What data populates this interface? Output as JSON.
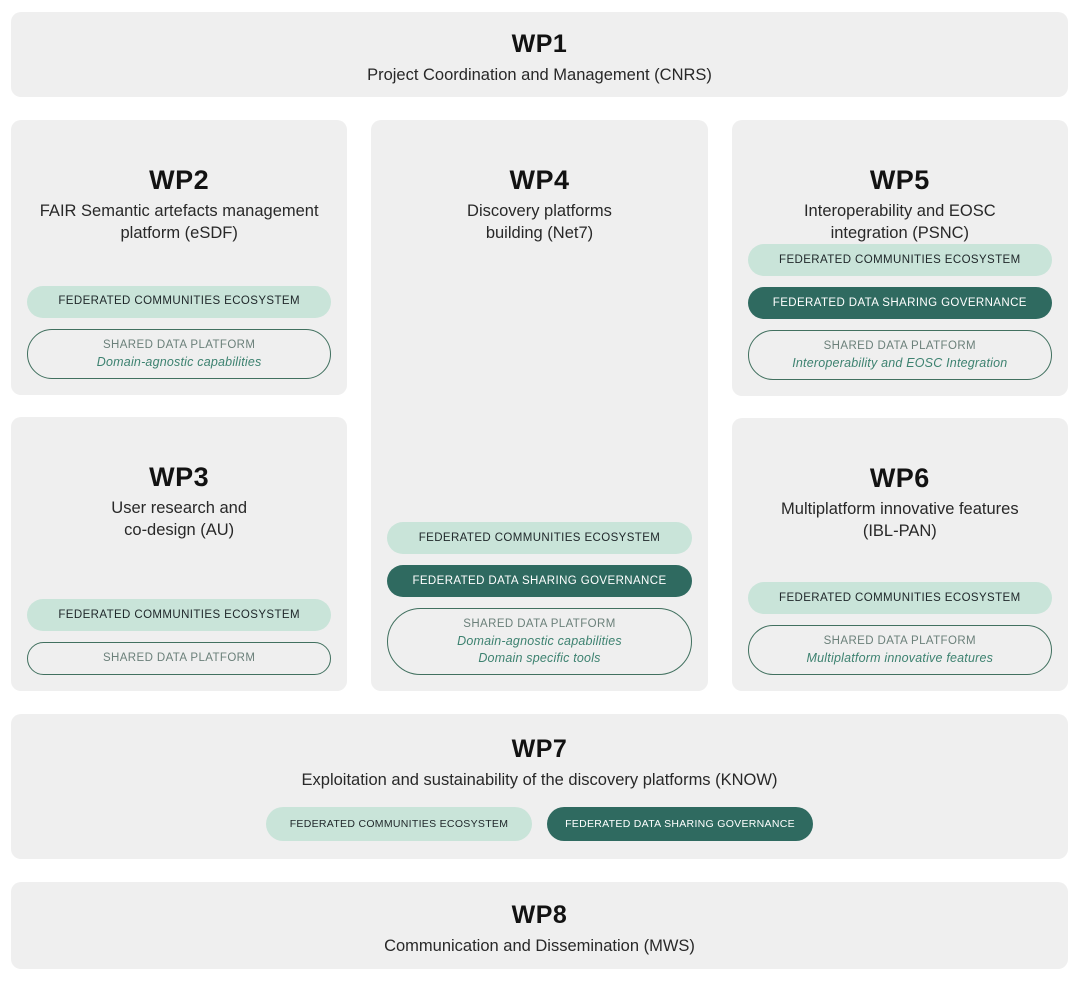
{
  "colors": {
    "page_background": "#ffffff",
    "card_background": "#efefef",
    "pill_light_background": "#c9e4d9",
    "pill_light_text": "#20282b",
    "pill_dark_background": "#2f6a60",
    "pill_dark_text": "#ffffff",
    "pill_outline_border": "#41705f",
    "pill_outline_label": "#6b807a",
    "pill_outline_note": "#3d8270",
    "title_text": "#121212"
  },
  "badges": {
    "federated_communities": "FEDERATED COMMUNITIES ECOSYSTEM",
    "federated_governance": "FEDERATED DATA SHARING GOVERNANCE",
    "shared_data": "SHARED DATA PLATFORM"
  },
  "wp1": {
    "title": "WP1",
    "subtitle": "Project Coordination and Management (CNRS)"
  },
  "wp2": {
    "title": "WP2",
    "subtitle_line1": "FAIR Semantic artefacts management",
    "subtitle_line2": "platform (eSDF)",
    "shared_data_note": "Domain-agnostic capabilities"
  },
  "wp3": {
    "title": "WP3",
    "subtitle_line1": "User research and",
    "subtitle_line2": "co-design (AU)"
  },
  "wp4": {
    "title": "WP4",
    "subtitle_line1": "Discovery platforms",
    "subtitle_line2": "building (Net7)",
    "shared_data_note1": "Domain-agnostic capabilities",
    "shared_data_note2": "Domain specific tools"
  },
  "wp5": {
    "title": "WP5",
    "subtitle_line1": "Interoperability and EOSC",
    "subtitle_line2": "integration (PSNC)",
    "shared_data_note": "Interoperability and EOSC Integration"
  },
  "wp6": {
    "title": "WP6",
    "subtitle_line1": "Multiplatform innovative features",
    "subtitle_line2": "(IBL-PAN)",
    "shared_data_note": "Multiplatform innovative features"
  },
  "wp7": {
    "title": "WP7",
    "subtitle": "Exploitation and sustainability of the discovery platforms (KNOW)"
  },
  "wp8": {
    "title": "WP8",
    "subtitle": "Communication and Dissemination (MWS)"
  }
}
